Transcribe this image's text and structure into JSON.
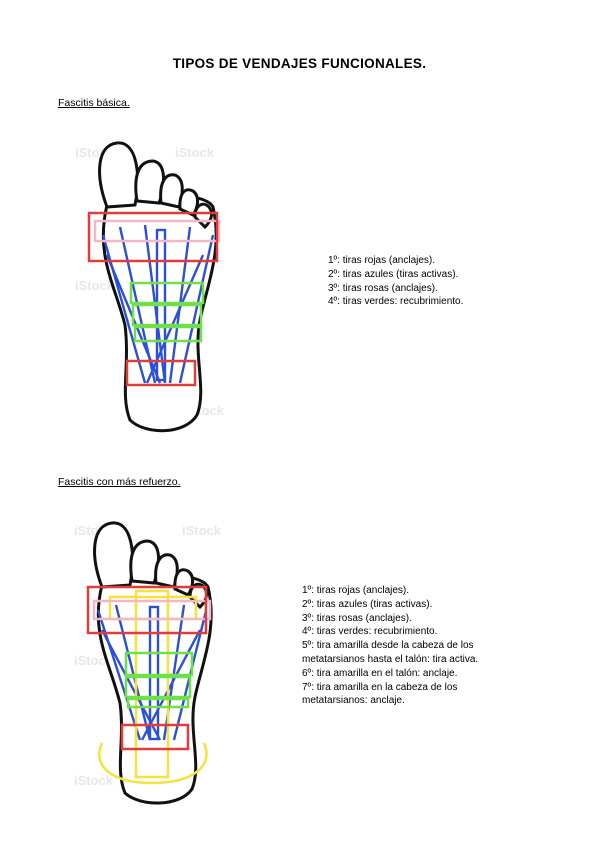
{
  "title": "TIPOS DE VENDAJES FUNCIONALES.",
  "sections": [
    {
      "heading": "Fascitis básica.",
      "steps": [
        "1º: tiras rojas (anclajes).",
        "2º: tiras azules (tiras activas).",
        "3º: tiras rosas (anclajes).",
        "4º: tiras verdes: recubrimiento."
      ]
    },
    {
      "heading": "Fascitis con más refuerzo.",
      "steps": [
        "1º: tiras rojas (anclajes).",
        "2º: tiras azules (tiras activas).",
        "3º: tiras rosas (anclajes).",
        "4º: tiras verdes: recubrimiento.",
        "5º: tira amarilla desde la cabeza de los",
        "metatarsianos hasta el talón: tira activa.",
        "6º: tira amarilla en el talón: anclaje.",
        "7º: tira amarilla en la cabeza de los",
        "metatarsianos: anclaje."
      ]
    }
  ],
  "colors": {
    "red": "#e03c3c",
    "blue": "#2b4fd8",
    "pink": "#f2b6c6",
    "green": "#6fe04a",
    "yellow": "#f5e23c",
    "outline": "#111111"
  },
  "watermark": "iStock"
}
